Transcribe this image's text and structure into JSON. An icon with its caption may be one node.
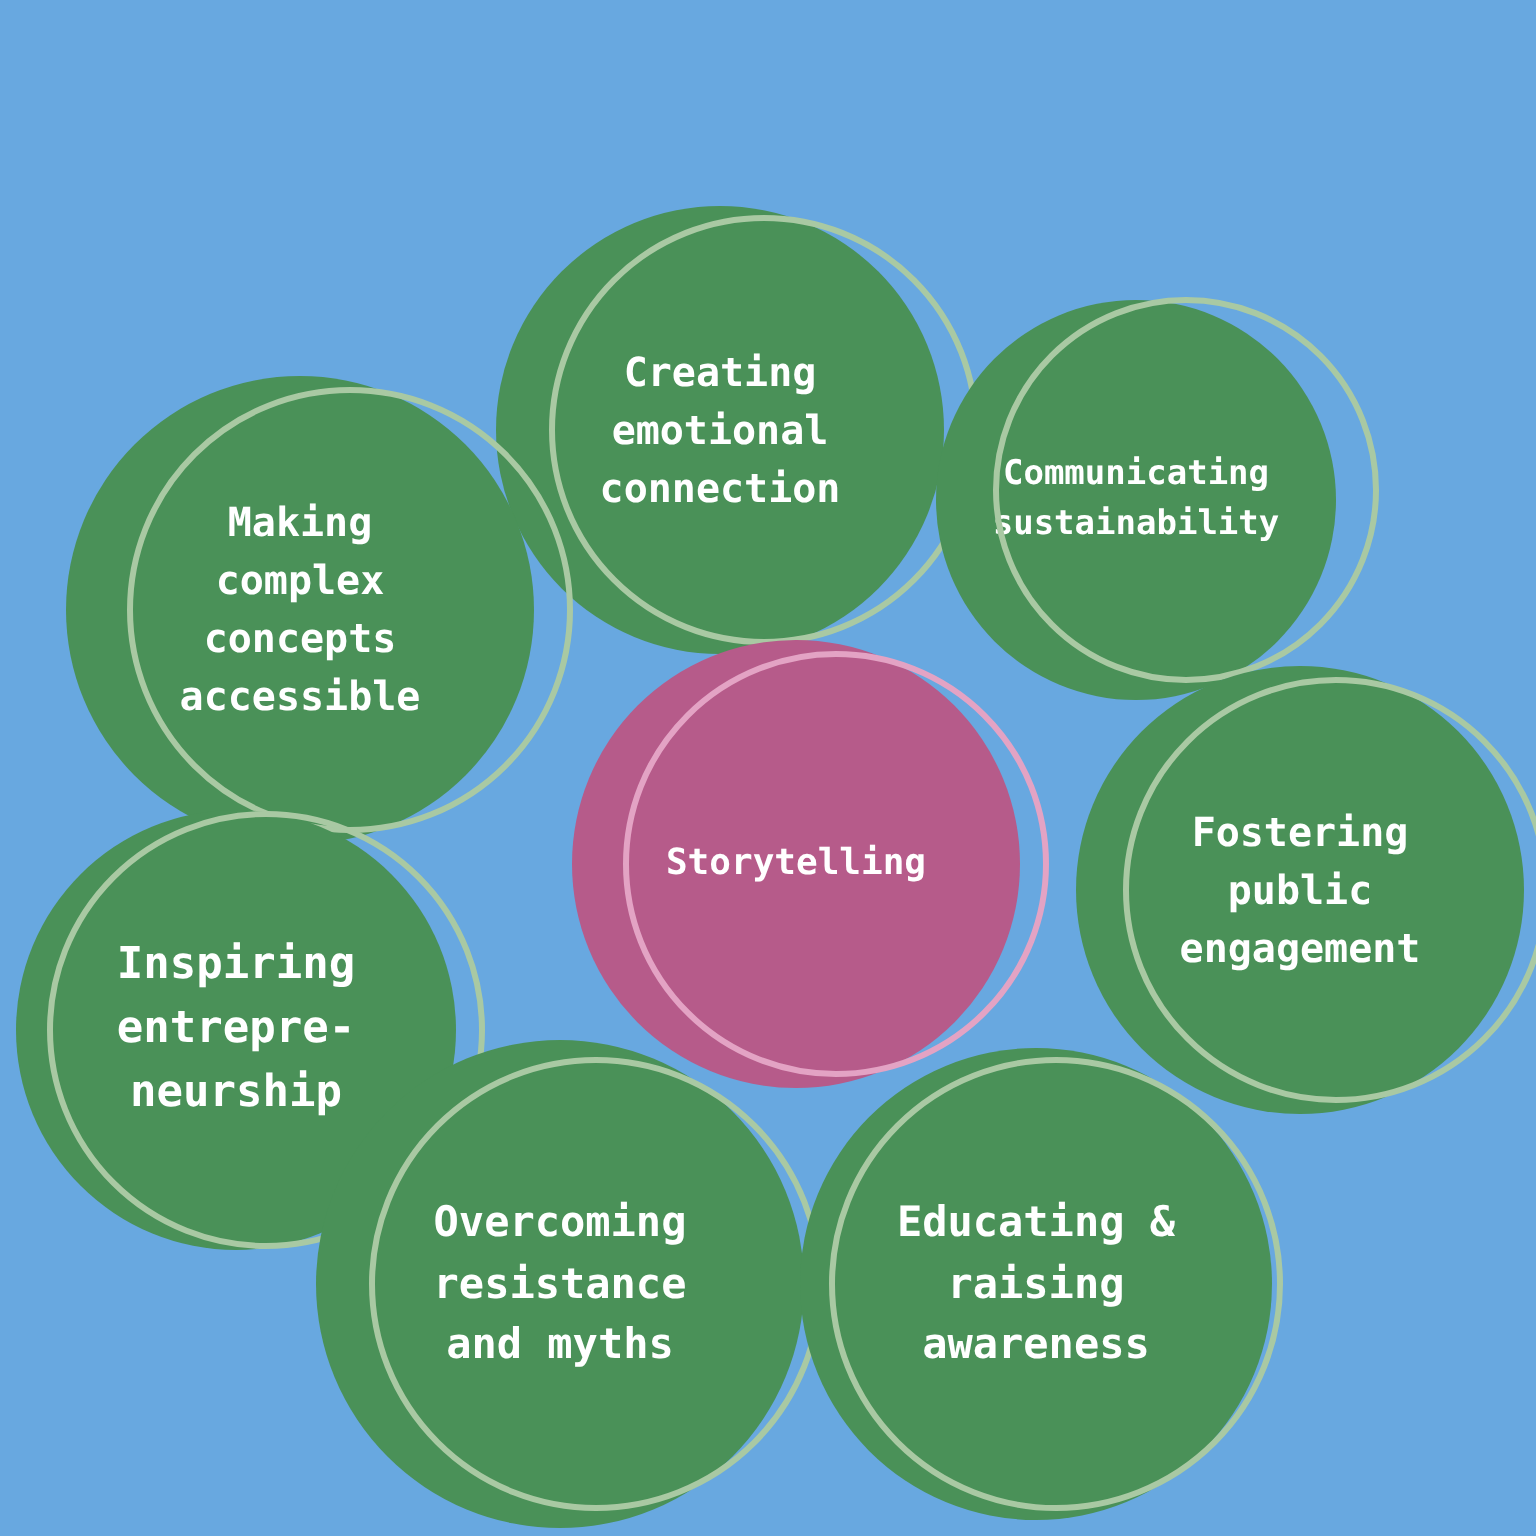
{
  "diagram": {
    "nodes": [
      {
        "text": [
          "Creating emotional connection"
        ]
      },
      {
        "text": [
          "Communicating sustainability"
        ]
      },
      {
        "text": [
          "Making complex concepts accessible"
        ]
      },
      {
        "text": [
          "Storytelling"
        ]
      },
      {
        "text": [
          "Fostering public engagement"
        ]
      },
      {
        "text": [
          "Inspiring entrepre-neurship"
        ]
      },
      {
        "text": [
          "Overcoming resistance and myths"
        ]
      },
      {
        "text": [
          "Educating & raising awareness"
        ]
      }
    ]
  }
}
